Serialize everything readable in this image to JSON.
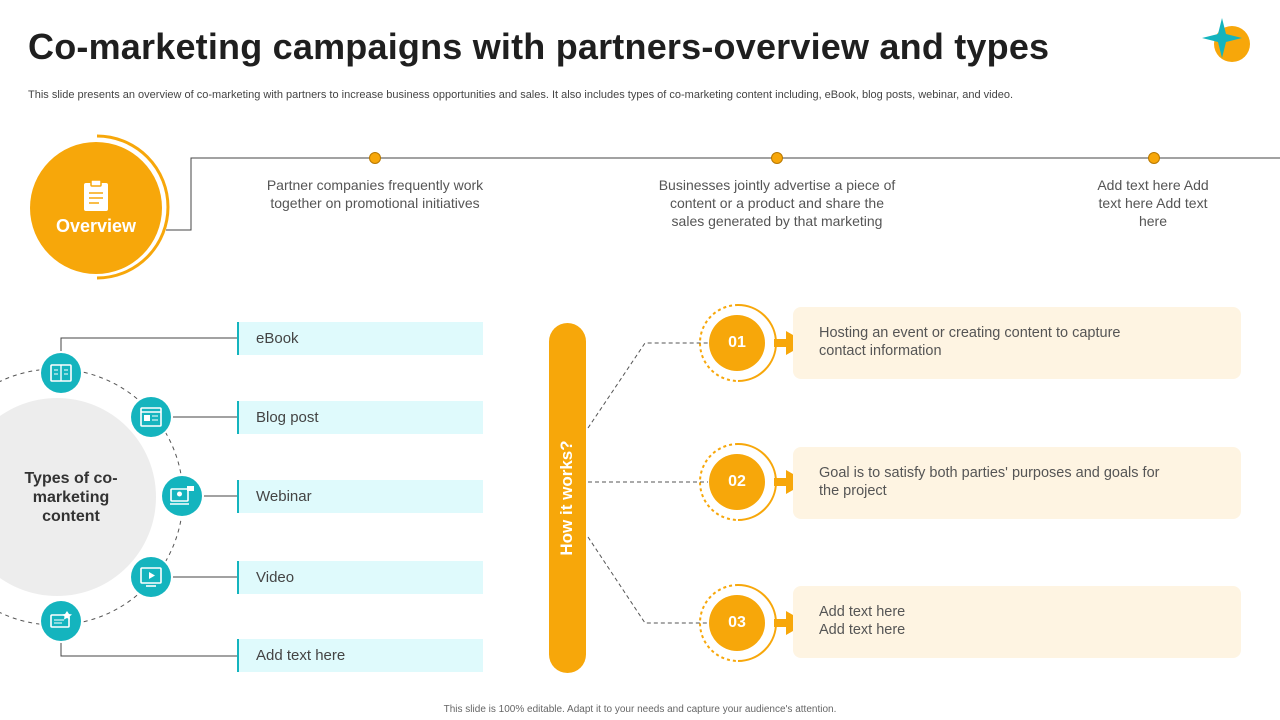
{
  "header": {
    "title": "Co-marketing campaigns with partners-overview and types",
    "subtitle": "This slide presents an overview of co-marketing with partners to increase business opportunities and sales. It also includes types of co-marketing content including, eBook, blog posts, webinar, and video."
  },
  "overview": {
    "label": "Overview",
    "icon": "clipboard-icon",
    "points": [
      "Partner companies frequently work together on promotional initiatives",
      "Businesses jointly advertise a piece of content or a product and share the sales generated by that marketing",
      "Add text here Add text here Add text here"
    ]
  },
  "types": {
    "label": "Types of co-marketing content",
    "items": [
      {
        "label": "eBook",
        "icon": "ebook-icon"
      },
      {
        "label": "Blog post",
        "icon": "blog-icon"
      },
      {
        "label": "Webinar",
        "icon": "webinar-icon"
      },
      {
        "label": "Video",
        "icon": "video-icon"
      },
      {
        "label": "Add text here",
        "icon": "presentation-icon"
      }
    ]
  },
  "how_it_works": {
    "label": "How it works?",
    "steps": [
      {
        "number": "01",
        "text": "Hosting an event or creating content to capture contact information"
      },
      {
        "number": "02",
        "text": "Goal is to satisfy both parties' purposes and goals for the project"
      },
      {
        "number": "03",
        "text": "Add text here Add text here"
      }
    ]
  },
  "footer": "This slide is 100% editable. Adapt it to your needs and capture your audience's attention.",
  "colors": {
    "accent": "#F7A70A",
    "teal": "#14B4BE",
    "teal_light": "#DFFAFC",
    "step_bg": "#FEF4E2"
  }
}
